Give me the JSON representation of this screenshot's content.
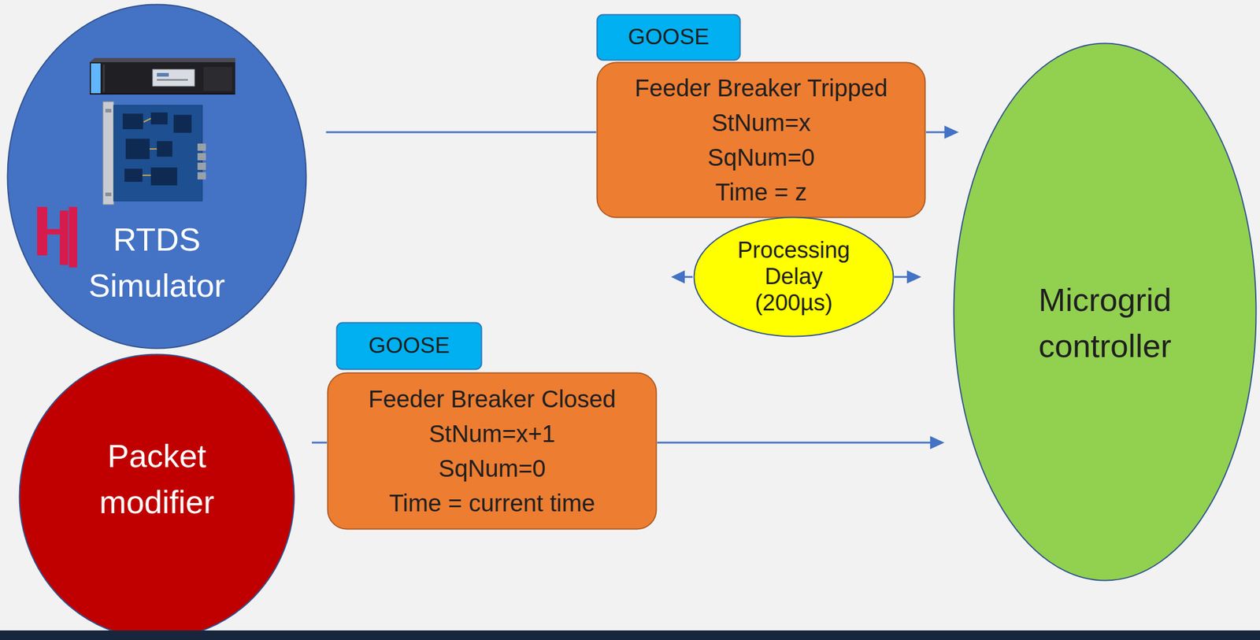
{
  "diagram": {
    "nodes": [
      {
        "text": [
          "RTDS Simulator"
        ]
      },
      {
        "text": [
          "GOOSE"
        ]
      },
      {
        "text": [
          "Feeder Breaker Tripped",
          "StNum=x",
          "SqNum=0",
          "Time = z"
        ]
      },
      {
        "text": [
          "Processing Delay (200µs)"
        ]
      },
      {
        "text": [
          "Microgrid controller"
        ]
      },
      {
        "text": [
          "GOOSE"
        ]
      },
      {
        "text": [
          "Feeder Breaker Closed",
          "StNum=x+1",
          "SqNum=0",
          "Time = current time"
        ]
      },
      {
        "text": [
          "Packet modifier"
        ]
      }
    ],
    "edges": [
      {
        "from": 0,
        "to": 2,
        "arrow": "none"
      },
      {
        "from": 2,
        "to": 4,
        "arrow": "to"
      },
      {
        "from": 3,
        "to": 4,
        "arrow": "to"
      },
      {
        "from": 7,
        "to": 6,
        "arrow": "none"
      },
      {
        "from": 6,
        "to": 4,
        "arrow": "to"
      }
    ]
  }
}
